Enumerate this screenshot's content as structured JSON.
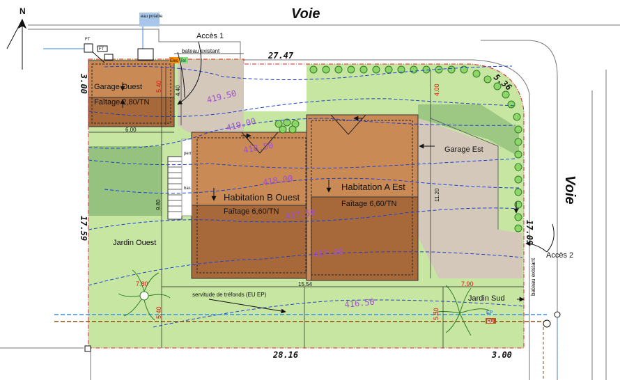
{
  "roads": {
    "top": "Voie",
    "right": "Voie"
  },
  "north": "N",
  "access": {
    "one": "Accès 1",
    "two": "Accès 2"
  },
  "existing_curb": {
    "top": "bateau existant",
    "right": "bateau existant"
  },
  "utilities": {
    "water": "eau potable",
    "ft_1": "FT",
    "ft_2": "FT",
    "elec": "Elec",
    "tel": "Tel",
    "ep": "EP",
    "eu": "EU"
  },
  "buildings": {
    "garage_west": {
      "name": "Garage Ouest",
      "ridge": "Faîtage 2,80/TN"
    },
    "house_b": {
      "name": "Habitation B Ouest",
      "ridge": "Faîtage 6,60/TN"
    },
    "house_a": {
      "name": "Habitation A Est",
      "ridge": "Faîtage 6,60/TN"
    },
    "garage_east": {
      "name": "Garage Est"
    }
  },
  "small_labels": {
    "pergola": "perr",
    "bassin": "bas"
  },
  "gardens": {
    "west": "Jardin Ouest",
    "south": "Jardin Sud"
  },
  "easement": "servitude de tréfonds (EU EP)",
  "contours": [
    "419.50",
    "419.00",
    "418.50",
    "418.00",
    "417.50",
    "417.00",
    "416.50"
  ],
  "dimensions": {
    "top_width": "27.47",
    "corner": "5.36",
    "left_top": "3.00",
    "left_side": "17.59",
    "right_side": "17.09",
    "bottom_width": "28.16",
    "bottom_right": "3.00",
    "garage_width": "6.00",
    "garage_depth": "5.40",
    "drive_depth": "4.40",
    "inner_depth": "9.80",
    "east_depth": "11.20",
    "top_setback": "4.00",
    "frontage": "15.54",
    "sw_offset": "7.80",
    "se_offset": "7.90",
    "sw_depth": "5.40",
    "se_depth": "5.50"
  },
  "colors": {
    "lawn": "#c6e6a2",
    "lawn_dark": "#95c27e",
    "building": "#c98a55",
    "building_dark": "#a8693a",
    "paving": "#d4c8bb",
    "contour": "#2040d0",
    "boundary": "#e02020"
  }
}
